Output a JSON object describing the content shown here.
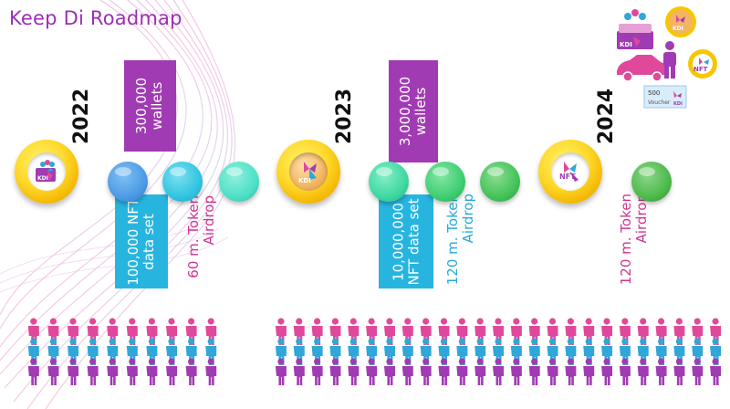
{
  "title": "Keep Di Roadmap",
  "colors": {
    "title": "#9b2fb4",
    "purple_box": "#a13bb3",
    "cyan_box": "#27b5e0",
    "pink_person": "#e0499b",
    "blue_person": "#2fa7d8",
    "purple_person": "#a13bb3",
    "gold_ring": "#f6c700"
  },
  "milestones": [
    {
      "year": "2022",
      "emblem_label": "KDI",
      "emblem_icon": "wallet-kdi-icon",
      "top_box": "300,000\nwallets",
      "bottom_box": "100,000 NFT\ndata set",
      "airdrop": "60 m. Token\nAirdrop",
      "balls": [
        "#4d9be6",
        "#33c4e2",
        "#4fe0c8"
      ]
    },
    {
      "year": "2023",
      "emblem_label": "KDI",
      "emblem_icon": "kdi-coin-icon",
      "top_box": "3,000,000\nwallets",
      "bottom_box": "10,000,000\nNFT data set",
      "airdrop": "120 m. Token\nAirdrop",
      "balls": [
        "#3fd8a2",
        "#3ecf72",
        "#44c35a"
      ]
    },
    {
      "year": "2024",
      "emblem_label": "NFT",
      "emblem_icon": "nft-kdi-icon",
      "airdrop": "120 m. Token\nAirdrop",
      "balls": [
        "#4dbb4c"
      ]
    }
  ],
  "icon_cluster": {
    "wallet_label": "KDI",
    "coin_label": "KDI",
    "nft_label": "NFT",
    "voucher_value": "500",
    "voucher_text": "Voucher",
    "voucher_brand": "KDI"
  },
  "crowds": [
    {
      "name": "crowd-2022",
      "columns": 10,
      "rows": [
        "pink",
        "blue",
        "purple"
      ]
    },
    {
      "name": "crowd-2023-2024",
      "columns": 25,
      "rows": [
        "pink",
        "blue",
        "purple"
      ]
    }
  ]
}
